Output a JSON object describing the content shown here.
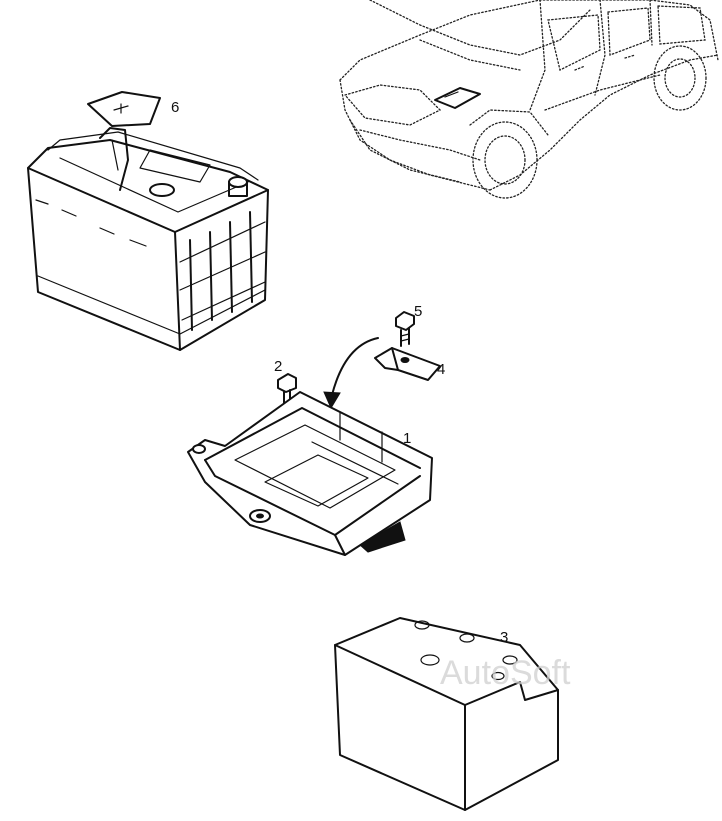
{
  "callouts": {
    "part1": "1",
    "part2": "2",
    "part3": "3",
    "part4": "4",
    "part5": "5",
    "part6": "6"
  },
  "watermark": "AutoSoft",
  "colors": {
    "line": "#111111",
    "background": "#ffffff",
    "watermark": "#cfcfcf"
  }
}
